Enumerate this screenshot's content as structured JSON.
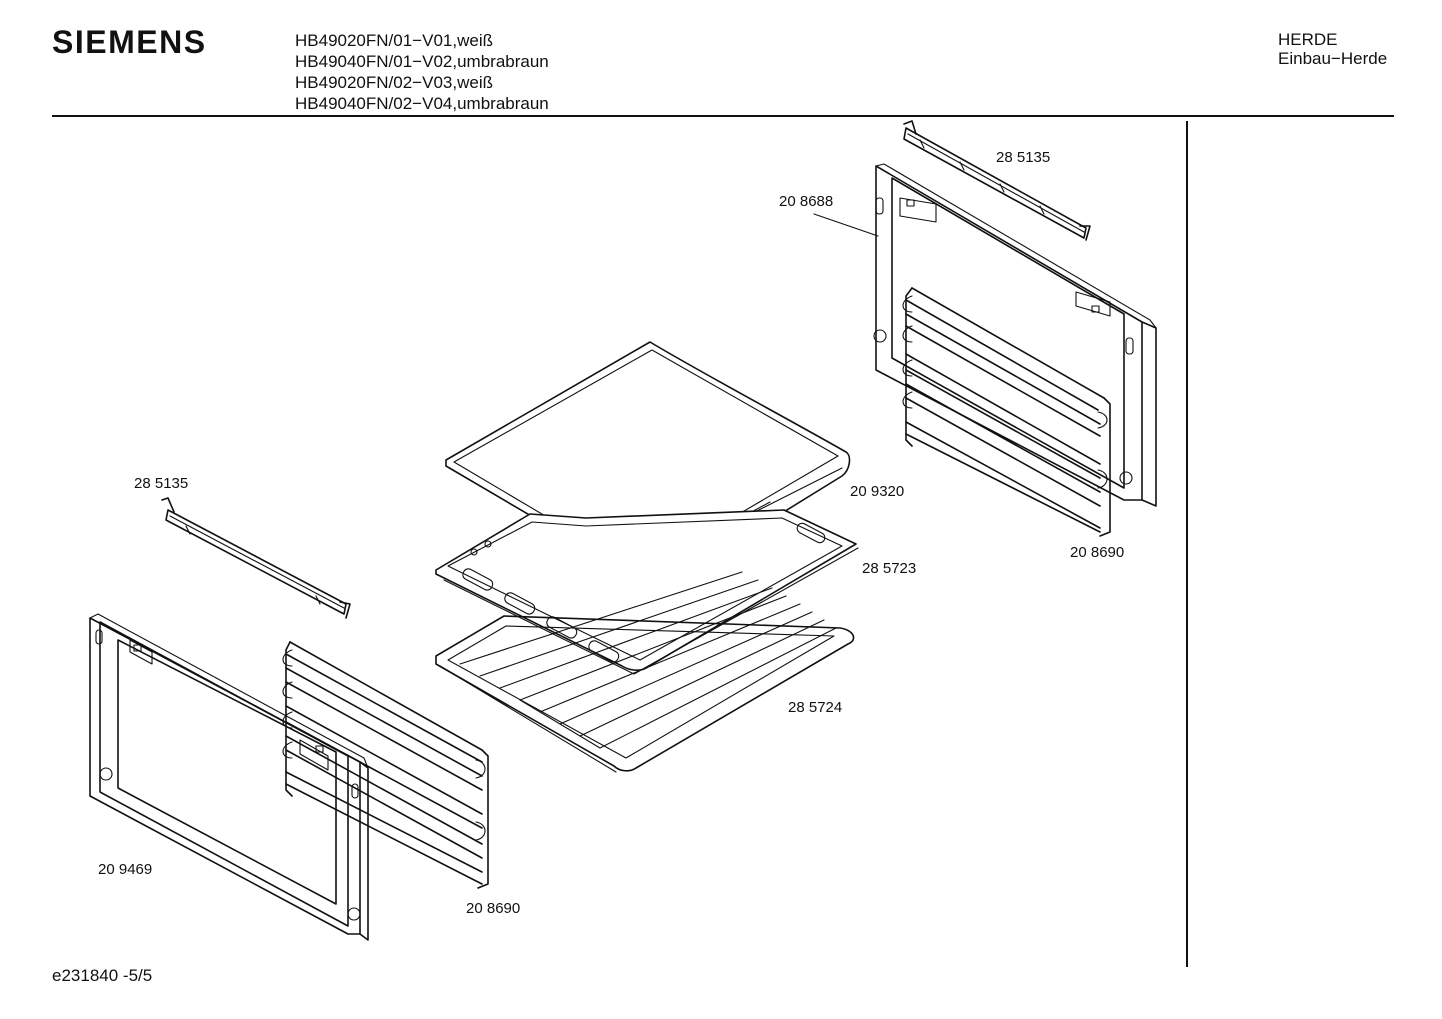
{
  "header": {
    "brand": "SIEMENS",
    "models": [
      "HB49020FN/01−V01,weiß",
      "HB49040FN/01−V02,umbrabraun",
      "HB49020FN/02−V03,weiß",
      "HB49040FN/02−V04,umbrabraun"
    ],
    "category": "HERDE",
    "subcategory": "Einbau−Herde"
  },
  "parts": {
    "rail_top": "28 5135",
    "frame_right": "20 8688",
    "glass_shelf": "20 9320",
    "rack_right": "20 8690",
    "tray": "28 5723",
    "rail_left": "28 5135",
    "grill_rack": "28 5724",
    "frame_left": "20 9469",
    "rack_left": "20 8690"
  },
  "footer": {
    "drawing_id": "e231840 -5/5"
  }
}
